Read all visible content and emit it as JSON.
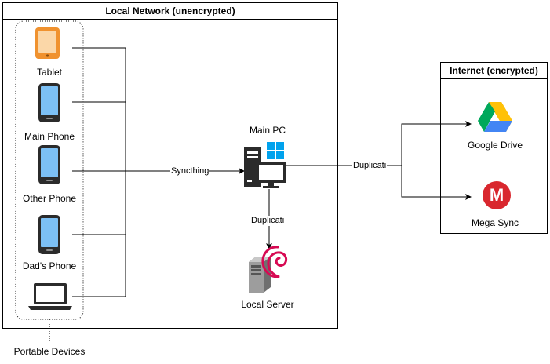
{
  "local_network": {
    "title": "Local Network (unencrypted)"
  },
  "internet": {
    "title": "Internet (encrypted)"
  },
  "portable_devices": {
    "label": "Portable Devices",
    "tablet": "Tablet",
    "main_phone": "Main Phone",
    "other_phone": "Other Phone",
    "dads_phone": "Dad's Phone"
  },
  "main_pc": {
    "label": "Main PC"
  },
  "local_server": {
    "label": "Local Server"
  },
  "google_drive": {
    "label": "Google Drive"
  },
  "mega_sync": {
    "label": "Mega Sync",
    "logo_letter": "M"
  },
  "edges": {
    "syncthing": "Syncthing",
    "duplicati_local": "Duplicati",
    "duplicati_cloud": "Duplicati"
  },
  "colors": {
    "tablet": "#f0922f",
    "phone_screen": "#7cc0f5",
    "device_body": "#2b2b2b",
    "windows": "#00a2ed",
    "debian": "#d70a53",
    "mega": "#d9272e"
  },
  "icons": [
    "tablet-icon",
    "phone-icon",
    "laptop-icon",
    "desktop-pc-icon",
    "windows-logo-icon",
    "server-icon",
    "debian-logo-icon",
    "google-drive-icon",
    "mega-logo-icon"
  ]
}
